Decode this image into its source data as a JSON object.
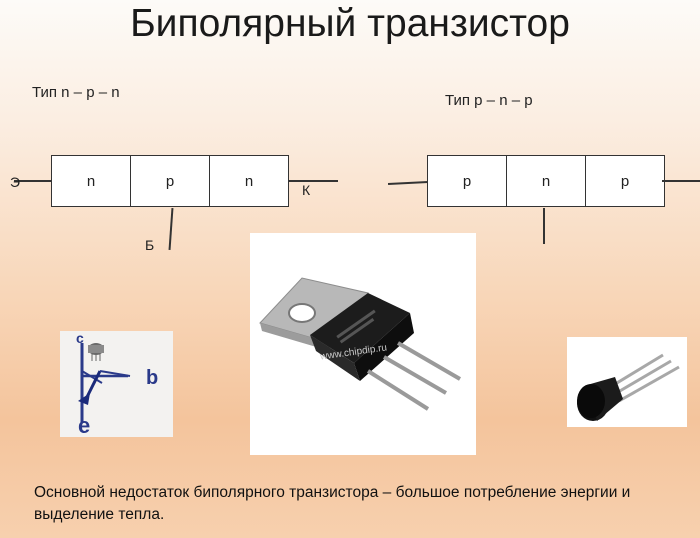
{
  "title": "Биполярный транзистор",
  "npn": {
    "type_label": "Тип n – p – n",
    "regions": [
      "n",
      "p",
      "n"
    ],
    "emitter_label": "Э",
    "base_label": "Б",
    "collector_label": "К"
  },
  "pnp": {
    "type_label": "Тип p – n – p",
    "regions": [
      "p",
      "n",
      "p"
    ]
  },
  "sketch": {
    "label_c": "c",
    "label_b": "b",
    "label_e": "e"
  },
  "watermark": "www.chipdip.ru",
  "caption": "Основной недостаток биполярного транзистора – большое  потребление энергии и выделение тепла."
}
